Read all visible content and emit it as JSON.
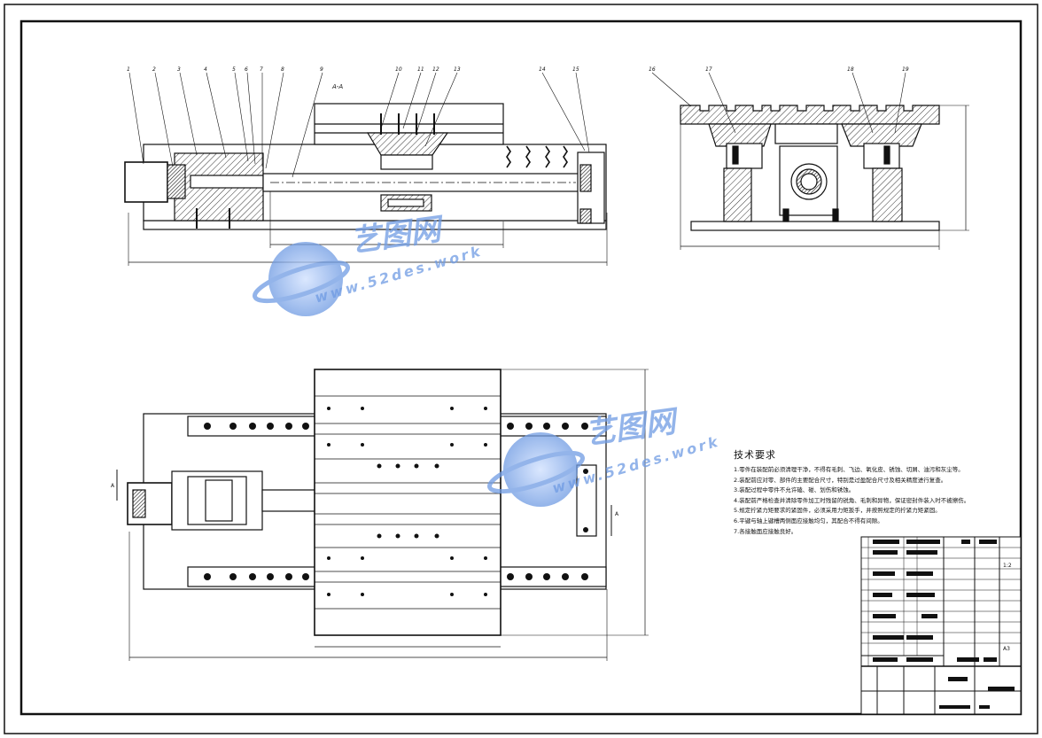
{
  "drawing": {
    "section_label": "A-A",
    "section_marks": [
      "A",
      "A"
    ],
    "part_numbers_section": [
      "1",
      "2",
      "3",
      "4",
      "5",
      "6",
      "7",
      "8",
      "9",
      "10",
      "11",
      "12",
      "13",
      "14",
      "15"
    ],
    "part_numbers_side": [
      "16",
      "17",
      "18",
      "19"
    ]
  },
  "watermark": {
    "brand_cn": "艺图网",
    "url": "www.52des.work"
  },
  "tech_notes": {
    "title": "技术要求",
    "lines": [
      "1.零件在装配前必须清理干净，不得有毛刺、飞边、氧化皮、锈蚀、切屑、油污和灰尘等。",
      "2.装配前应对零、部件的主要配合尺寸，特别是过盈配合尺寸及相关精度进行复查。",
      "3.装配过程中零件不允许磕、碰、划伤和锈蚀。",
      "4.装配前严格检查并清除零件加工时残留的锐角、毛刺和异物，保证密封件装入时不被擦伤。",
      "5.规定拧紧力矩要求的紧固件，必须采用力矩扳手，并按照规定的拧紧力矩紧固。",
      "6.平键与轴上键槽两侧面应接触均匀，其配合不得有间隙。",
      "7.各接触面应接触良好。"
    ]
  },
  "title_block": {
    "visible_texts": [
      "1:2",
      "A3"
    ]
  },
  "colors": {
    "ink": "#111111",
    "hatch_fill": "#cfcfcf",
    "watermark": "#6f9be3"
  }
}
